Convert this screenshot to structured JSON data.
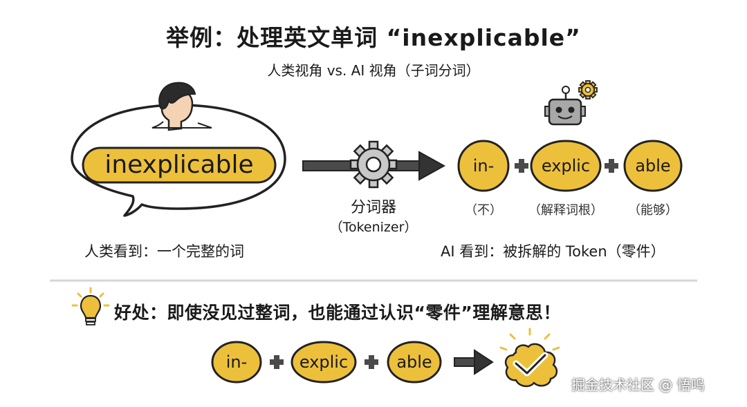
{
  "title": "举例：处理英文单词 “inexplicable”",
  "subtitle": "人类视角 vs. AI 视角（子词分词）",
  "human": {
    "word": "inexplicable",
    "caption": "人类看到：一个完整的词"
  },
  "tokenizer": {
    "label": "分词器",
    "sublabel": "（Tokenizer）"
  },
  "ai": {
    "tokens": [
      {
        "text": "in-",
        "meaning": "（不）"
      },
      {
        "text": "explic",
        "meaning": "（解释词根）"
      },
      {
        "text": "able",
        "meaning": "（能够）"
      }
    ],
    "caption": "AI 看到：被拆解的 Token（零件）"
  },
  "benefit": {
    "text": "好处：即使没见过整词，也能通过认识“零件”理解意思！",
    "tokens": [
      "in-",
      "explic",
      "able"
    ]
  },
  "watermark": "掘金技术社区 @ 悟鸣",
  "colors": {
    "token_fill": "#EDC03C",
    "outline": "#222222",
    "divider": "#d9d9d9",
    "robot_gray": "#a8a8a8"
  },
  "icons": [
    "person-icon",
    "speech-bubble",
    "gear-icon",
    "arrow-icon",
    "robot-icon",
    "plus-icon",
    "lightbulb-icon",
    "brain-check-icon"
  ]
}
